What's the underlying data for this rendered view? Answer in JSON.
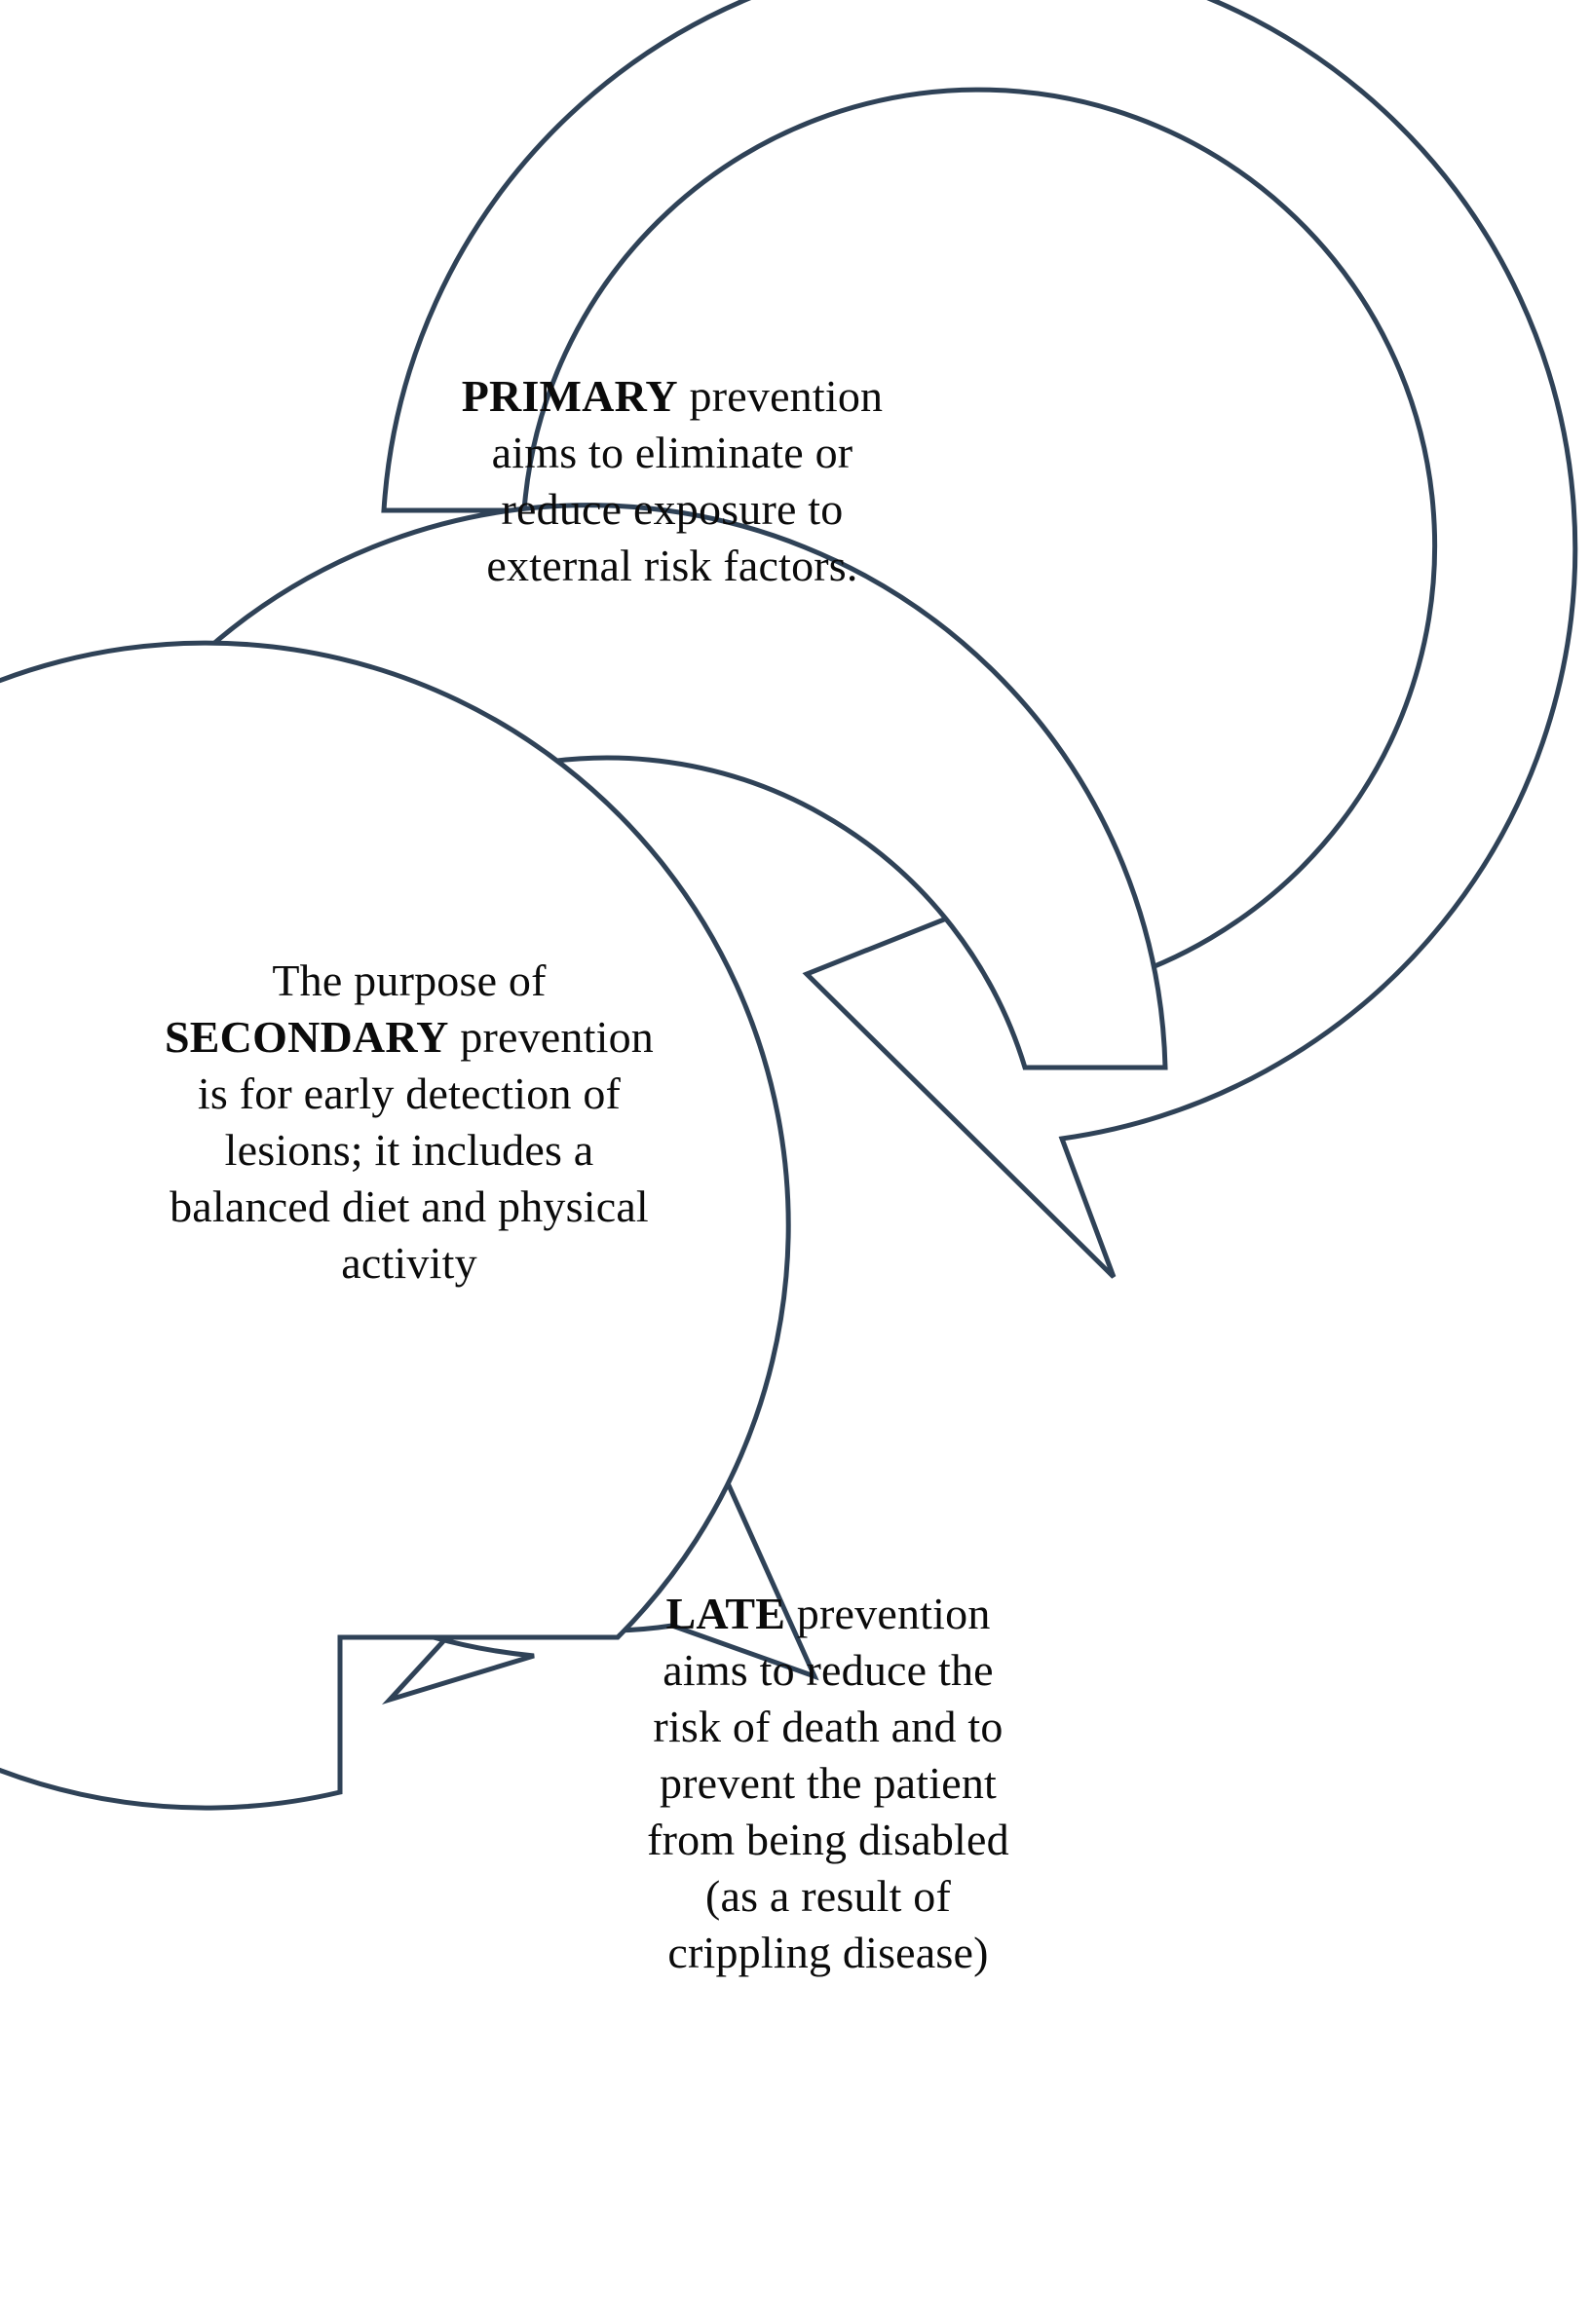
{
  "diagram": {
    "type": "continuous-cycle",
    "title": "Levels of prevention cycle",
    "stroke_color": "#2f4257",
    "fill_color": "#ffffff",
    "text_color": "#0b0b0b",
    "steps": [
      {
        "id": "primary",
        "emphasis": "PRIMARY",
        "rest": " prevention\naims to eliminate or\nreduce exposure to\nexternal risk factors.",
        "full_text": "PRIMARY prevention aims to eliminate or reduce exposure to external risk factors."
      },
      {
        "id": "secondary",
        "lead": "The purpose of\n",
        "emphasis": "SECONDARY",
        "rest": " prevention\nis for early detection of\nlesions; it includes a\nbalanced diet and physical\nactivity",
        "full_text": "The purpose of SECONDARY prevention is for early detection of lesions; it includes a balanced diet and physical activity"
      },
      {
        "id": "late",
        "emphasis": "LATE",
        "rest": " prevention\naims to reduce the\nrisk of death and to\nprevent the patient\nfrom being disabled\n(as a result of\ncrippling disease)",
        "full_text": "LATE prevention aims to reduce the risk of death and to prevent the patient from being disabled (as a result of crippling disease)"
      }
    ]
  }
}
